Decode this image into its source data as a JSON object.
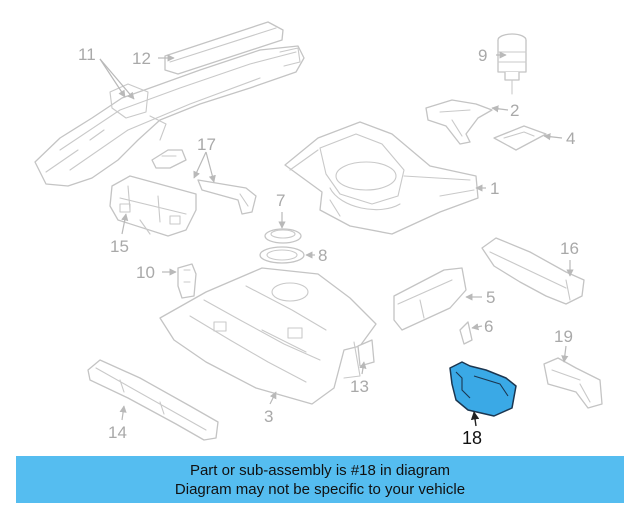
{
  "callouts": {
    "c1": "1",
    "c2": "2",
    "c3": "3",
    "c4": "4",
    "c5": "5",
    "c6": "6",
    "c7": "7",
    "c8": "8",
    "c9": "9",
    "c10": "10",
    "c11": "11",
    "c12": "12",
    "c13": "13",
    "c14": "14",
    "c15": "15",
    "c16": "16",
    "c17": "17",
    "c18": "18",
    "c19": "19"
  },
  "highlighted_part": "18",
  "colors": {
    "highlight": "#3aa9e6",
    "banner": "#55bdf0",
    "linework": "#c4c4c4"
  },
  "banner": {
    "line1": "Part or sub-assembly is #18 in diagram",
    "line2": "Diagram may not be specific to your vehicle"
  }
}
